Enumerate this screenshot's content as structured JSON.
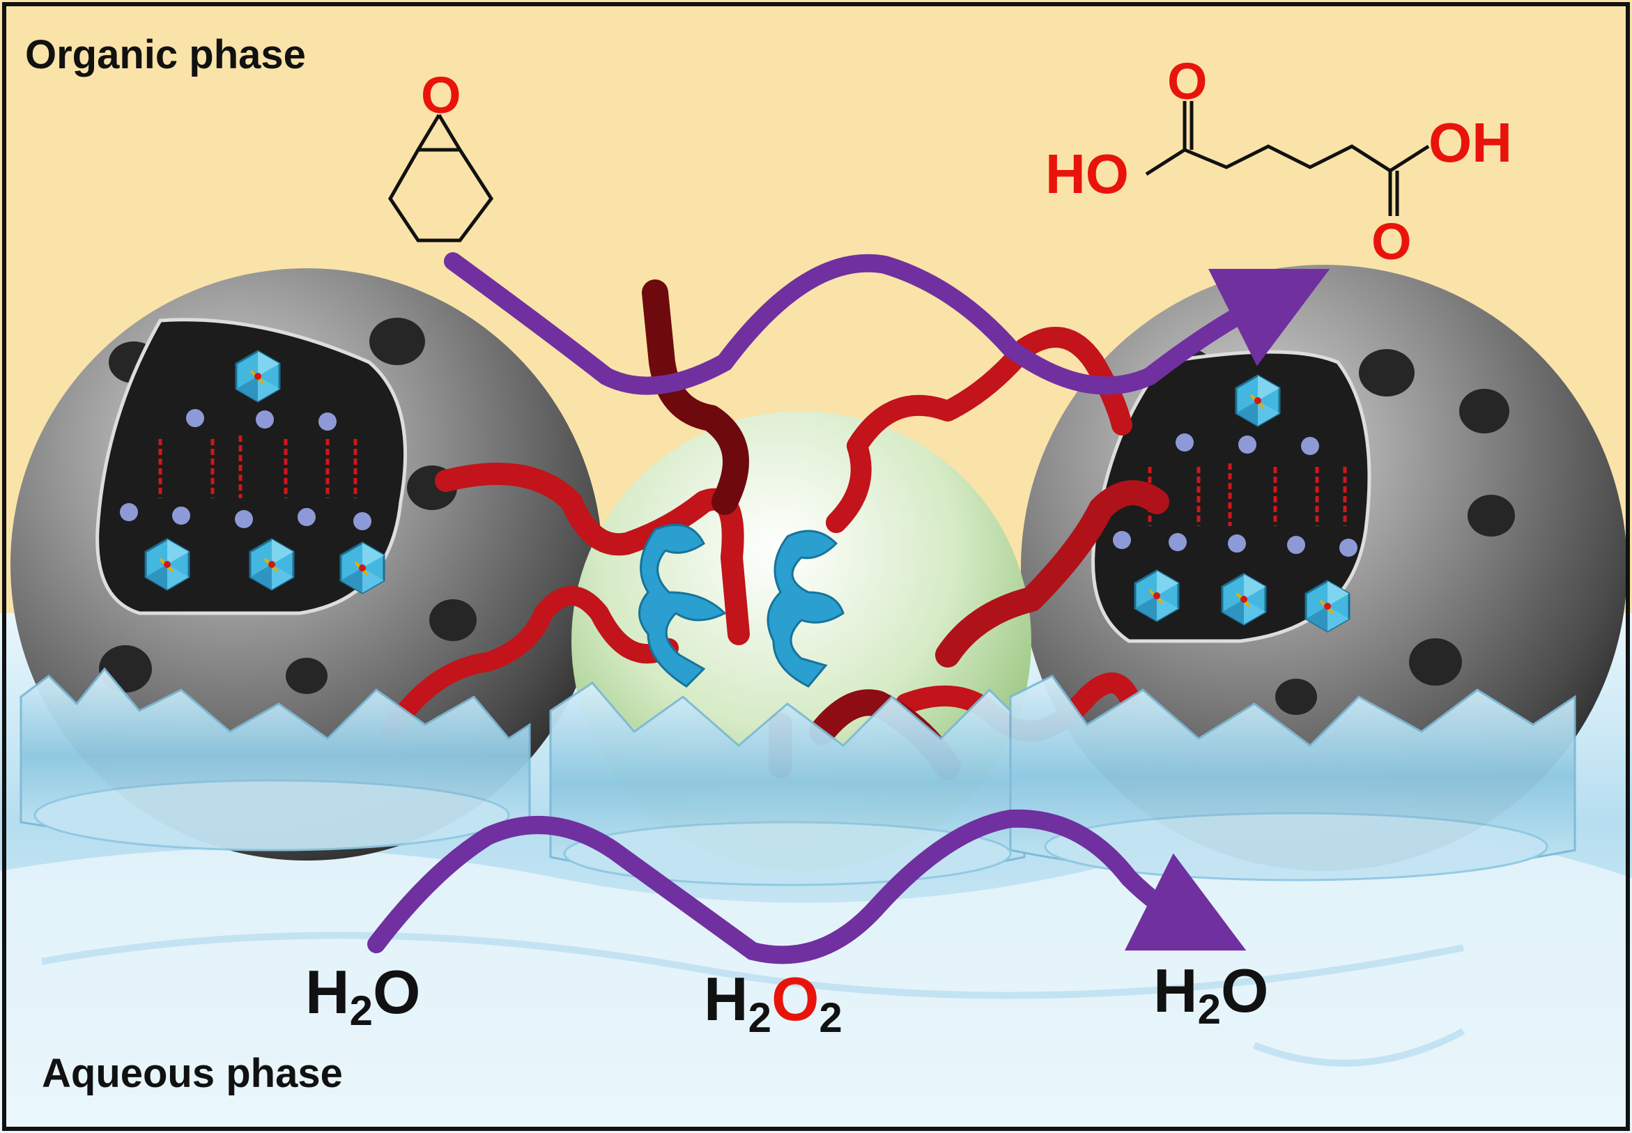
{
  "labels": {
    "organic_phase": "Organic phase",
    "aqueous_phase": "Aqueous phase"
  },
  "chemistry": {
    "epoxide_oxygen": "O",
    "acid_carbonyl_o_top": "O",
    "acid_carbonyl_o_bottom": "O",
    "acid_ho": "HO",
    "acid_oh": "OH",
    "left_water": {
      "main": "H",
      "sub": "2",
      "tail": "O"
    },
    "peroxide": {
      "h": "H",
      "sub1": "2",
      "o": "O",
      "sub2": "2"
    },
    "right_water": {
      "main": "H",
      "sub": "2",
      "tail": "O"
    }
  },
  "colors": {
    "organic_phase_bg": "#f9e3a8",
    "aqueous_phase_bg": "#dff1fa",
    "water_splash": "#9fd3ea",
    "particle_shell": "#8a8a8a",
    "particle_core": "#1c1c1c",
    "polyoxometalate": "#3fb4dc",
    "cation_spheres": "#8e9ad8",
    "surfactant_chain": "#d0161a",
    "helix": "#2a9fd0",
    "central_droplet": "#cfe6bd",
    "flow_arrow": "#7030a0",
    "chem_red": "#e8140c",
    "border": "#111111"
  },
  "icons": [
    "epoxide-structure",
    "adipic-acid-structure",
    "porous-particle",
    "polyoxometalate-cluster",
    "flow-arrow"
  ]
}
